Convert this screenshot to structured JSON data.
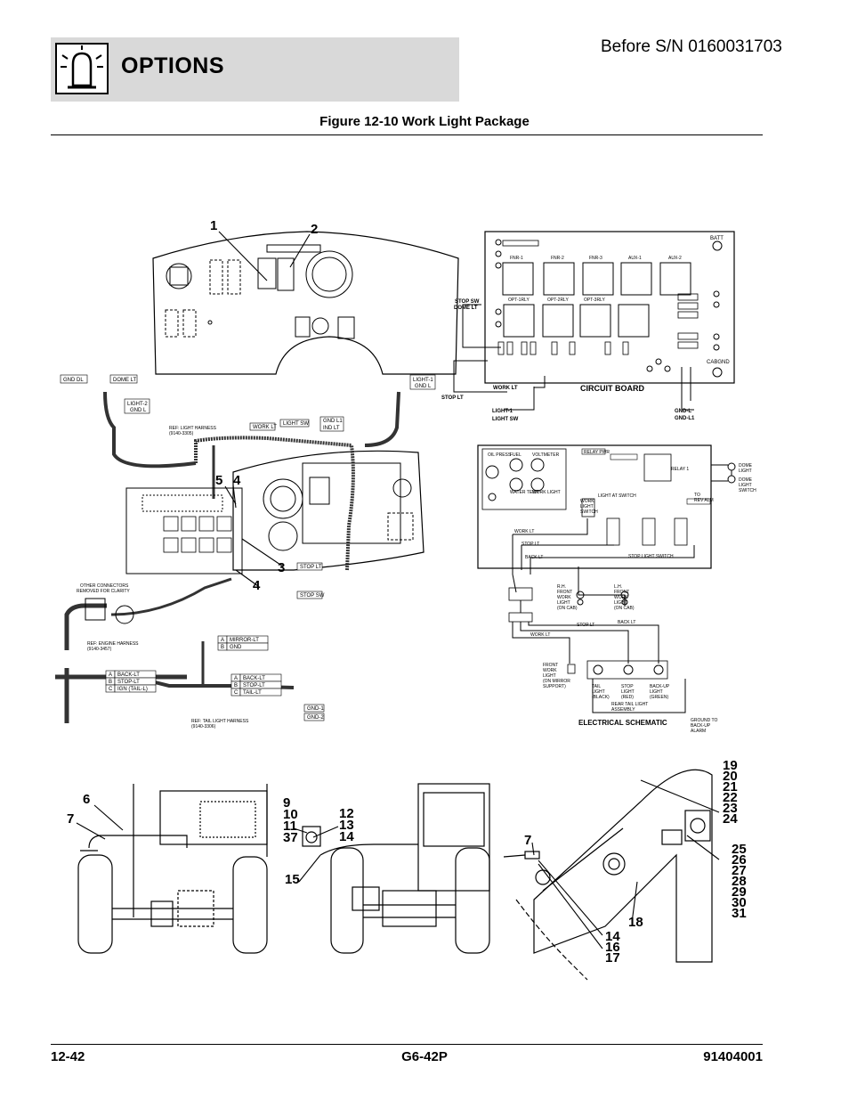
{
  "header": {
    "section_title": "OPTIONS",
    "icon": "work-light-icon",
    "serial_note": "Before S/N 0160031703"
  },
  "figure": {
    "title": "Figure 12-10 Work Light Package"
  },
  "callouts": {
    "c1": "1",
    "c2": "2",
    "c3": "3",
    "c4a": "4",
    "c4b": "4",
    "c5": "5",
    "c6": "6",
    "c7a": "7",
    "c7b": "7",
    "c9_11_37": [
      "9",
      "10",
      "11",
      "37"
    ],
    "c12_14": [
      "12",
      "13",
      "14"
    ],
    "c15": "15",
    "c14_17": [
      "14",
      "16",
      "17"
    ],
    "c18": "18",
    "c19_24": [
      "19",
      "20",
      "21",
      "22",
      "23",
      "24"
    ],
    "c25_31": [
      "25",
      "26",
      "27",
      "28",
      "29",
      "30",
      "31"
    ]
  },
  "harness_labels": {
    "gnd_dl": "GND DL",
    "dome_lt": "DOME LT",
    "light2": "LIGHT-2",
    "gnd_l": "GND L",
    "light1": "LIGHT-1",
    "gnd_l2": "GND L",
    "ref_light_harness": "REF: LIGHT HARNESS",
    "ref_light_harness_pn": "(9140-3305)",
    "work_lt": "WORK LT",
    "light_sw": "LIGHT SW",
    "gnd_l1": "GND L1",
    "ind_lt": "IND LT",
    "stop_lt": "STOP LT",
    "stop_sw": "STOP SW",
    "other_connectors": "OTHER CONNECTORS",
    "removed_clarity": "REMOVED FOR CLARITY",
    "ref_engine_harness": "REF: ENGINE HARNESS",
    "ref_engine_harness_pn": "(9140-3457)",
    "ref_tail_harness": "REF: TAIL LIGHT HARNESS",
    "ref_tail_harness_pn": "(9140-3306)",
    "gnd1": "GND-1",
    "gnd2": "GND-2"
  },
  "connector_tables": {
    "mirror": [
      [
        "A",
        "MIRROR-LT"
      ],
      [
        "B",
        "GND"
      ]
    ],
    "back_left": [
      [
        "A",
        "BACK-LT"
      ],
      [
        "B",
        "STOP-LT"
      ],
      [
        "C",
        "IGN (TAIL-L)"
      ]
    ],
    "back_right": [
      [
        "A",
        "BACK-LT"
      ],
      [
        "B",
        "STOP-LT"
      ],
      [
        "C",
        "TAIL-LT"
      ]
    ]
  },
  "circuit_board": {
    "title": "CIRCUIT BOARD",
    "batt": "BATT",
    "cabgnd": "CABGND",
    "stop_sw_dome_lt": [
      "STOP SW",
      "DOME LT"
    ],
    "stop_lt": "STOP LT",
    "work_lt": "WORK LT",
    "light1_light_sw": [
      "LIGHT-1",
      "LIGHT SW"
    ],
    "gndl_gndl1": [
      "GND-L",
      "GND-L1"
    ],
    "relays_top": [
      "FNR-1",
      "FNR-2",
      "FNR-3",
      "AUX-1",
      "AUX-2"
    ],
    "relays_bottom": [
      "OPT-1RLY",
      "OPT-2RLY",
      "OPT-3RLY"
    ]
  },
  "schematic": {
    "title": "ELECTRICAL SCHEMATIC",
    "relay_pwr": "RELAY PWR",
    "relay1": "RELAY 1",
    "dome_light": [
      "DOME",
      "LIGHT"
    ],
    "dome_light_switch": [
      "DOME",
      "LIGHT",
      "SWITCH"
    ],
    "light_at_switch": "LIGHT AT SWITCH",
    "work_light_switch": [
      "WORK",
      "LIGHT",
      "SWITCH"
    ],
    "to_rev_alm": [
      "TO",
      "REV ALM"
    ],
    "work_lt": "WORK LT",
    "stop_lt": "STOP LT",
    "back_lt": "BACK LT",
    "stop_light_switch": "STOP LIGHT SWITCH",
    "rh_front": [
      "R.H.",
      "FRONT",
      "WORK",
      "LIGHT",
      "(ON CAB)"
    ],
    "lh_front": [
      "L.H.",
      "FRONT",
      "WORK",
      "LIGHT",
      "(ON CAB)"
    ],
    "front_work_light": [
      "FRONT",
      "WORK",
      "LIGHT",
      "(ON MIRROR",
      "SUPPORT)"
    ],
    "tail_light": [
      "TAIL",
      "LIGHT",
      "(BLACK)"
    ],
    "stop_light": [
      "STOP",
      "LIGHT",
      "(RED)"
    ],
    "backup_light": [
      "BACK-UP",
      "LIGHT",
      "(GREEN)"
    ],
    "rear_tail": [
      "REAR TAIL LIGHT",
      "ASSEMBLY"
    ],
    "ground_backup": [
      "GROUND TO",
      "BACK-UP",
      "ALARM"
    ],
    "gauges": [
      "OIL PRESS",
      "FUEL",
      "VOLTMETER",
      "WATER TEMP",
      "WORK LIGHT"
    ]
  },
  "footer": {
    "page": "12-42",
    "model": "G6-42P",
    "doc_number": "91404001"
  }
}
